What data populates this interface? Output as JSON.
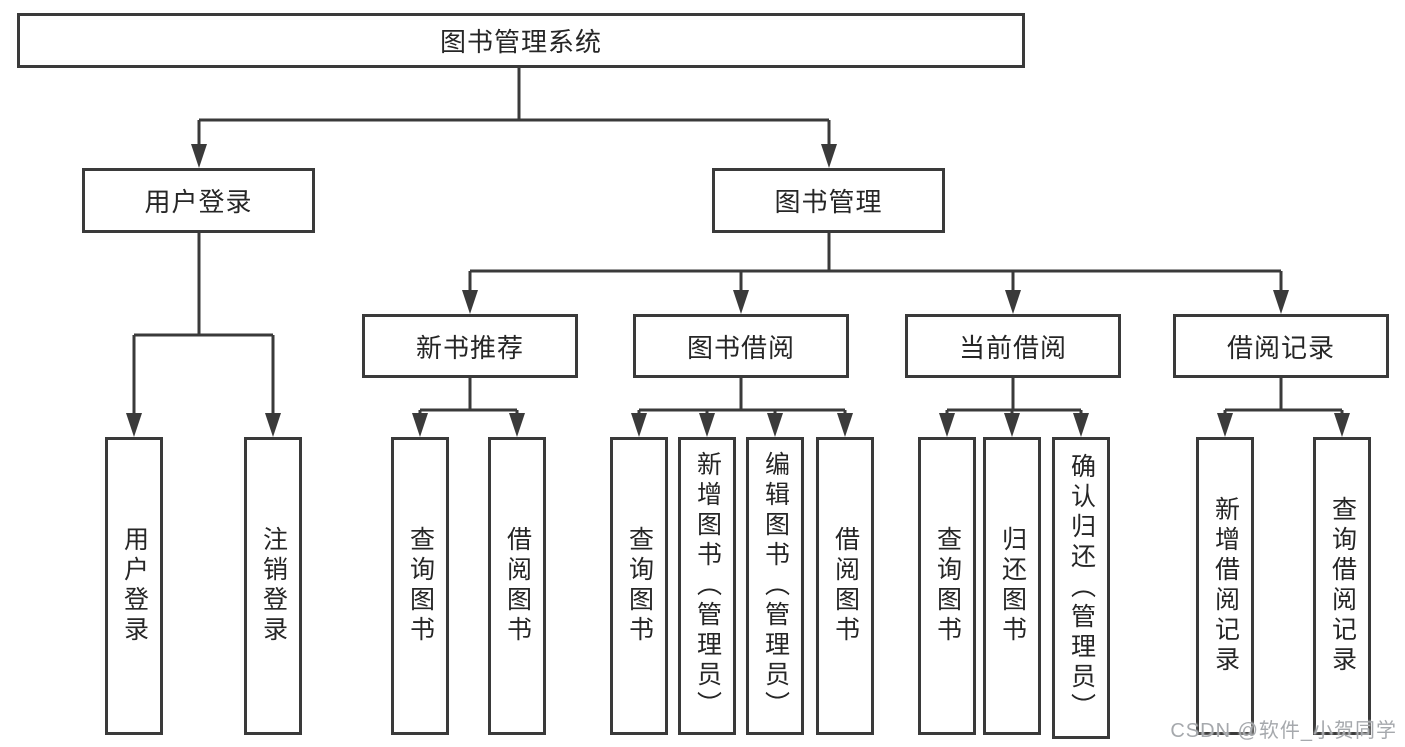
{
  "colors": {
    "line": "#3a3a3a",
    "box_border": "#3a3a3a",
    "text": "#262626",
    "background": "#ffffff",
    "watermark": "#a6a9ad"
  },
  "tree": {
    "root": "图书管理系统",
    "level2": [
      {
        "label": "用户登录",
        "children": [
          "用户登录",
          "注销登录"
        ]
      },
      {
        "label": "图书管理",
        "sections": [
          {
            "label": "新书推荐",
            "children": [
              "查询图书",
              "借阅图书"
            ]
          },
          {
            "label": "图书借阅",
            "children": [
              "查询图书",
              "新增图书（管理员）",
              "编辑图书（管理员）",
              "借阅图书"
            ]
          },
          {
            "label": "当前借阅",
            "children": [
              "查询图书",
              "归还图书",
              "确认归还（管理员）"
            ]
          },
          {
            "label": "借阅记录",
            "children": [
              "新增借阅记录",
              "查询借阅记录"
            ]
          }
        ]
      }
    ]
  },
  "watermark": "CSDN @软件_小贺同学"
}
